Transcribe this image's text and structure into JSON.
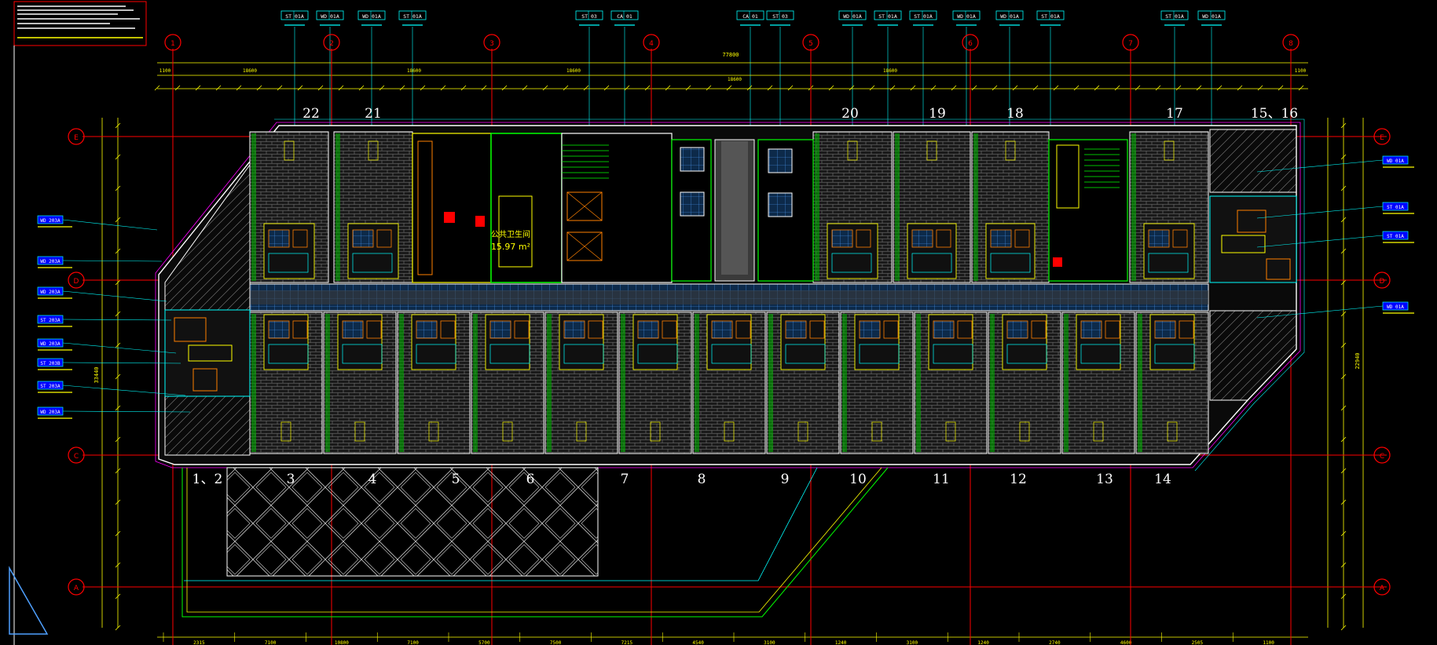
{
  "colors": {
    "background": "#000000",
    "grid": "#ff0000",
    "wall": "#ffffff",
    "dimension": "#ffff00",
    "leader": "#00ffff",
    "tag_fill": "#0000ff",
    "tag_text": "#ffffff",
    "accent_green": "#00ff00",
    "accent_orange": "#ff8000",
    "accent_magenta": "#ff00ff",
    "hatch": "#8a8a8a"
  },
  "overall_dimensions": {
    "top_total": "77800",
    "top_segments": [
      "1100",
      "18600",
      "18600",
      "18600",
      "18600",
      "1100"
    ],
    "top_second": "18600",
    "left_total": "33440",
    "right_total": "22940",
    "bottom_segments": [
      "2315",
      "7100",
      "10800",
      "7100",
      "5700",
      "7500",
      "7215",
      "4540",
      "3100",
      "1240",
      "3100",
      "1240",
      "2740",
      "4600",
      "2505",
      "1100"
    ]
  },
  "room_numbers": {
    "top": [
      "22",
      "21",
      "20",
      "19",
      "18",
      "17",
      "15、16"
    ],
    "bottom": [
      "1、2",
      "3",
      "4",
      "5",
      "6",
      "7",
      "8",
      "9",
      "10",
      "11",
      "12",
      "13",
      "14"
    ]
  },
  "grid_bubbles": {
    "top": [
      "1",
      "2",
      "3",
      "4",
      "5",
      "6",
      "7",
      "8"
    ],
    "left": [
      "E",
      "D",
      "C",
      "A"
    ],
    "right": [
      "E",
      "D",
      "C",
      "A"
    ]
  },
  "top_tags": [
    "ST 01A",
    "WD 01A",
    "WD 01A",
    "ST 01A",
    "ST 03",
    "CA 01",
    "CA 01",
    "ST 03",
    "WD 01A",
    "ST 01A",
    "ST 01A",
    "WD 01A",
    "WD 01A",
    "ST 01A",
    "ST 01A",
    "WD 01A"
  ],
  "left_tags": [
    "WD 203A",
    "WD 203A",
    "WD 203A",
    "ST 203A",
    "WD 203A",
    "ST 203B",
    "ST 203A",
    "WD 203A"
  ],
  "right_tags": [
    "WD 01A",
    "ST 01A",
    "ST 01A",
    "WD 01A"
  ],
  "core_labels": {
    "area_title": "公共卫生间",
    "area_value": "15.97 m²"
  }
}
